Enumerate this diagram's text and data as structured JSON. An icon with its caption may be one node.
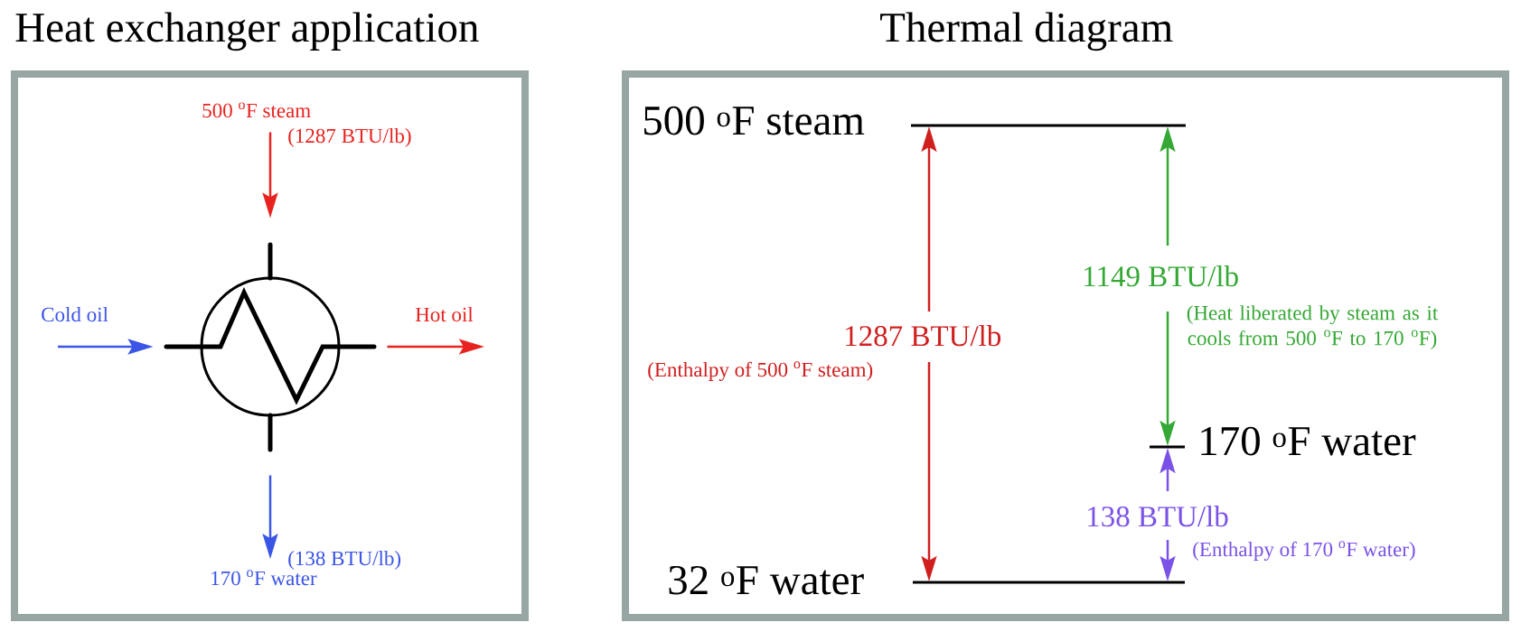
{
  "diagram": {
    "nodes": [
      {
        "text": [
          "Heat exchanger application"
        ]
      },
      {
        "text": [
          "500 $^{o}$F steam"
        ],
        "beside": [
          "(1287 BTU/lb)"
        ],
        "in": 0
      },
      {
        "text": [
          "Cold oil"
        ],
        "in": 0
      },
      {
        "text": [],
        "shape": "circle",
        "in": 0
      },
      {
        "text": [
          "Hot oil"
        ],
        "in": 0
      },
      {
        "text": [
          "170 $^{o}$F water"
        ],
        "beside": [
          "(138 BTU/lb)"
        ],
        "in": 0
      },
      {
        "text": [
          "Thermal diagram"
        ]
      }
    ],
    "edges": [
      {
        "from": 1,
        "to": 3,
        "arrow": "to",
        "color": "#e8231f"
      },
      {
        "from": 2,
        "to": 3,
        "arrow": "to",
        "color": "#3b55e6"
      },
      {
        "from": 3,
        "to": 4,
        "arrow": "to",
        "color": "#e8231f"
      },
      {
        "from": 3,
        "to": 5,
        "arrow": "to",
        "color": "#3b55e6"
      }
    ],
    "labels": [
      "500 $^{o}$F steam",
      "1287 BTU/lb",
      "(Enthalpy of 500 $^{o}$F steam)",
      "1149 BTU/lb",
      "(Heat liberated by steam as it cools from 500 $^{o}$F to 170 $^{o}$F)",
      "170 $^{o}$F water",
      "138 BTU/lb",
      "(Enthalpy of 170 $^{o}$F water)",
      "32 $^{o}$F water"
    ]
  }
}
